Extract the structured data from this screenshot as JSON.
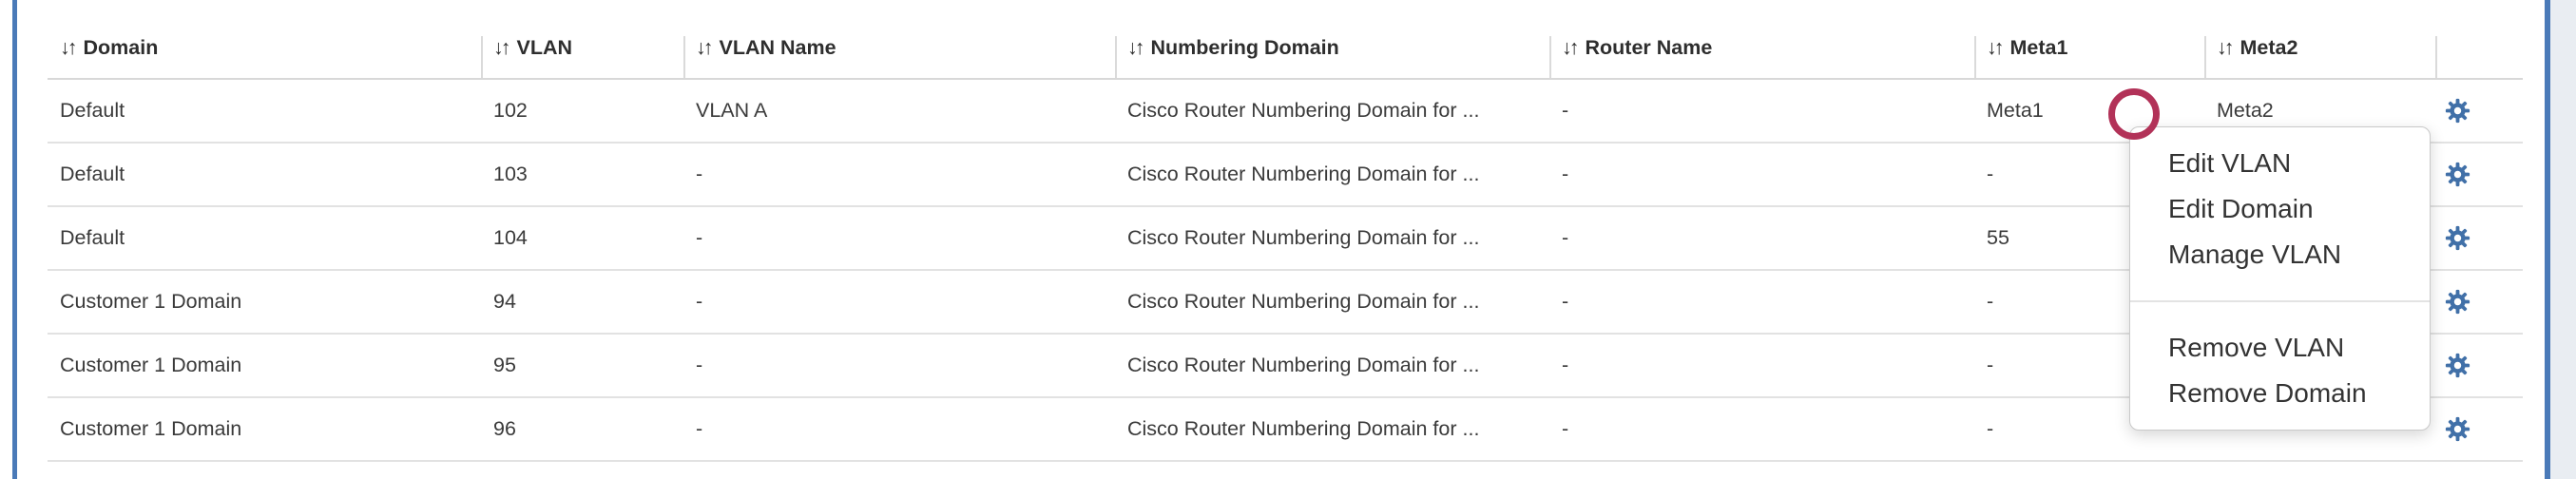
{
  "table": {
    "sort_icon": "↓↑",
    "columns": [
      {
        "key": "domain",
        "label": "Domain",
        "sortable": true
      },
      {
        "key": "vlan",
        "label": "VLAN",
        "sortable": true
      },
      {
        "key": "vlan_name",
        "label": "VLAN Name",
        "sortable": true
      },
      {
        "key": "numbering_domain",
        "label": "Numbering Domain",
        "sortable": true
      },
      {
        "key": "router_name",
        "label": "Router Name",
        "sortable": true
      },
      {
        "key": "meta1",
        "label": "Meta1",
        "sortable": true
      },
      {
        "key": "meta2",
        "label": "Meta2",
        "sortable": true
      },
      {
        "key": "actions",
        "label": "",
        "sortable": false
      }
    ],
    "rows": [
      {
        "domain": "Default",
        "vlan": "102",
        "vlan_name": "VLAN A",
        "numbering_domain": "Cisco Router Numbering Domain for ...",
        "router_name": "-",
        "meta1": "Meta1",
        "meta2": "Meta2"
      },
      {
        "domain": "Default",
        "vlan": "103",
        "vlan_name": "-",
        "numbering_domain": "Cisco Router Numbering Domain for ...",
        "router_name": "-",
        "meta1": "-",
        "meta2": ""
      },
      {
        "domain": "Default",
        "vlan": "104",
        "vlan_name": "-",
        "numbering_domain": "Cisco Router Numbering Domain for ...",
        "router_name": "-",
        "meta1": "55",
        "meta2": ""
      },
      {
        "domain": "Customer 1 Domain",
        "vlan": "94",
        "vlan_name": "-",
        "numbering_domain": "Cisco Router Numbering Domain for ...",
        "router_name": "-",
        "meta1": "-",
        "meta2": ""
      },
      {
        "domain": "Customer 1 Domain",
        "vlan": "95",
        "vlan_name": "-",
        "numbering_domain": "Cisco Router Numbering Domain for ...",
        "router_name": "-",
        "meta1": "-",
        "meta2": ""
      },
      {
        "domain": "Customer 1 Domain",
        "vlan": "96",
        "vlan_name": "-",
        "numbering_domain": "Cisco Router Numbering Domain for ...",
        "router_name": "-",
        "meta1": "-",
        "meta2": "-"
      }
    ],
    "row_action_icon": "gear-icon"
  },
  "context_menu": {
    "items": [
      {
        "type": "item",
        "label": "Edit VLAN"
      },
      {
        "type": "item",
        "label": "Edit Domain"
      },
      {
        "type": "item",
        "label": "Manage VLAN"
      },
      {
        "type": "divider"
      },
      {
        "type": "item",
        "label": "Remove VLAN"
      },
      {
        "type": "item",
        "label": "Remove Domain"
      }
    ]
  },
  "annotation": {
    "shape": "circle",
    "color": "#b23258"
  },
  "colors": {
    "panel_edge_blue": "#4a7ab8",
    "gear_blue": "#4170a8",
    "page_gutter": "#e9edf2"
  }
}
